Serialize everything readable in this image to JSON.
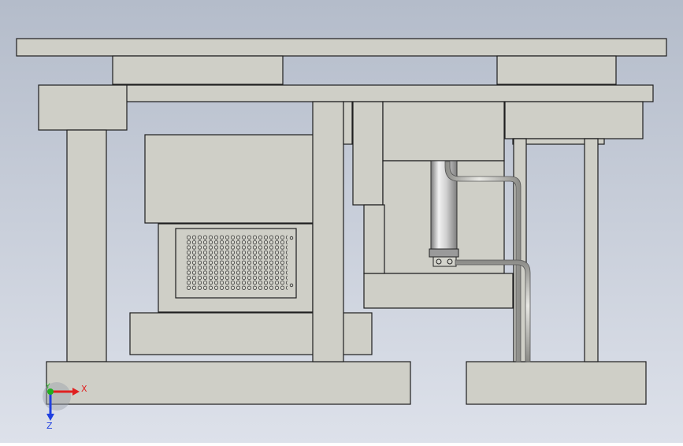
{
  "viewport": {
    "background_top": "#b4bcca",
    "background_bottom": "#dde1ea",
    "part_fill": "#cfcfc7",
    "part_fill_dark": "#c6c6be",
    "part_stroke": "#1e1e1e",
    "pipe_fill": "#b8b8b4",
    "cylinder_light": "#e6e6e6",
    "cylinder_dark": "#8e8e8e"
  },
  "triad": {
    "x_label": "X",
    "y_label": "Y",
    "z_label": "Z",
    "x_color": "#e02020",
    "y_color": "#20b020",
    "z_color": "#2040e0"
  }
}
